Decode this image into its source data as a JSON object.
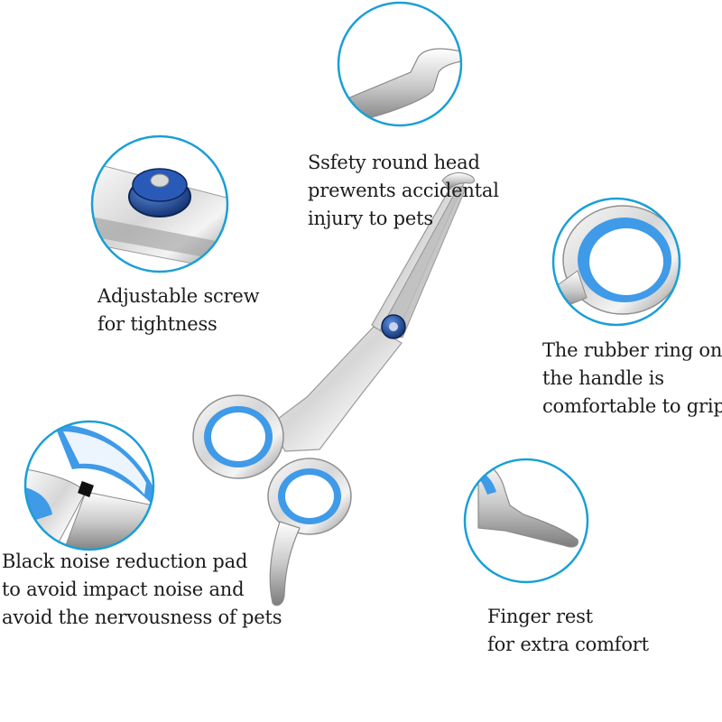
{
  "colors": {
    "ring_border": "#1a9fd6",
    "rubber_blue": "#3f9ae8",
    "screw_blue": "#1f4fa8",
    "steel_light": "#f2f2f2",
    "steel_dark": "#8a8a8a",
    "text": "#1c1c1c"
  },
  "callouts": {
    "round_head": {
      "lines": [
        "Ssfety round head",
        "prewents accidental",
        "injury to pets"
      ]
    },
    "screw": {
      "lines": [
        "Adjustable screw",
        "for tightness"
      ]
    },
    "rubber_ring": {
      "lines": [
        "The rubber ring on",
        "the handle is",
        "comfortable to grip"
      ]
    },
    "noise_pad": {
      "lines": [
        "Black noise reduction pad",
        "to avoid impact noise and",
        "avoid the nervousness of pets"
      ]
    },
    "finger_rest": {
      "lines": [
        "Finger rest",
        "for extra comfort"
      ]
    }
  }
}
